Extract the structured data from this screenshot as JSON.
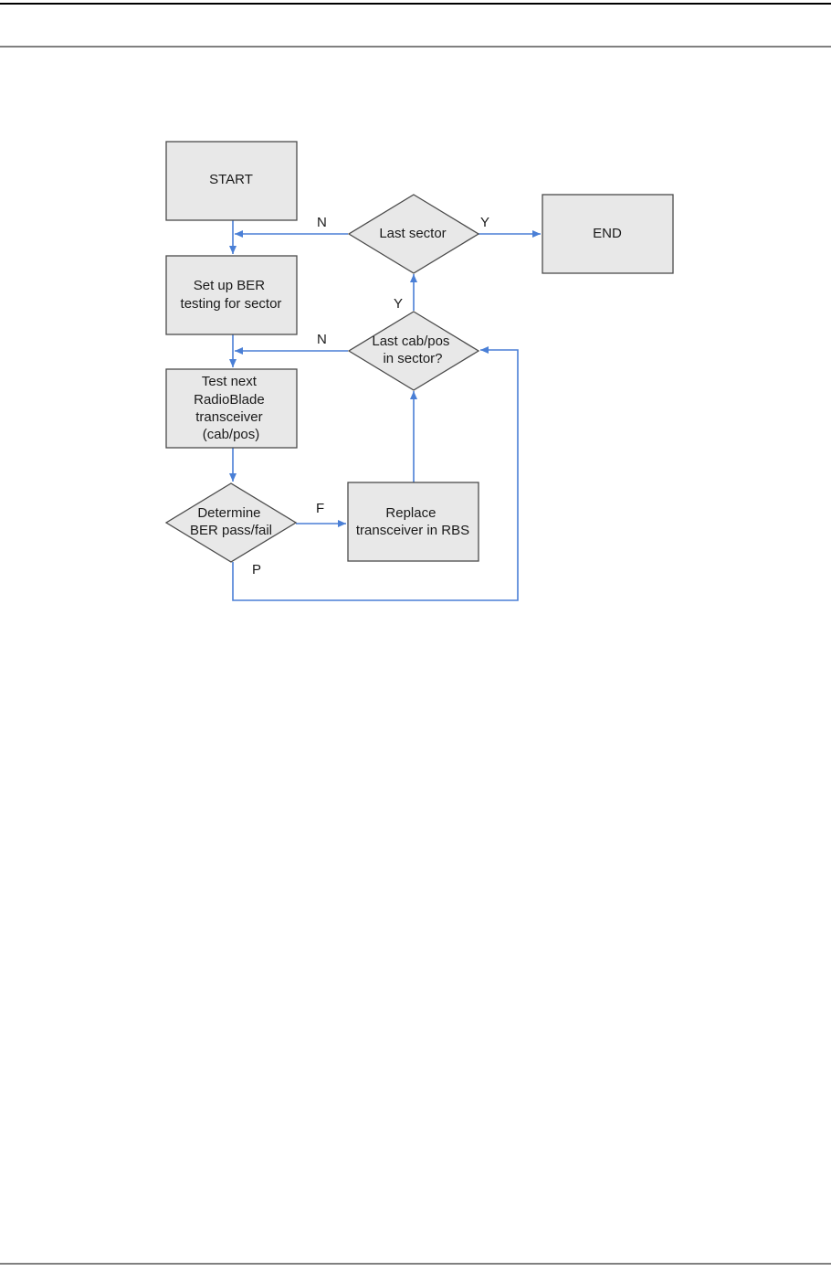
{
  "flowchart": {
    "nodes": {
      "start": {
        "lines": [
          "START"
        ]
      },
      "setup_ber": {
        "lines": [
          "Set up BER",
          "testing for sector"
        ]
      },
      "test_next": {
        "lines": [
          "Test next",
          "RadioBlade",
          "transceiver",
          "(cab/pos)"
        ]
      },
      "determine_ber": {
        "lines": [
          "Determine",
          "BER pass/fail"
        ]
      },
      "replace": {
        "lines": [
          "Replace",
          "transceiver in RBS"
        ]
      },
      "last_cabpos": {
        "lines": [
          "Last cab/pos",
          "in sector?"
        ]
      },
      "last_sector": {
        "lines": [
          "Last sector"
        ]
      },
      "end": {
        "lines": [
          "END"
        ]
      }
    },
    "edge_labels": {
      "last_sector_no": "N",
      "last_sector_yes": "Y",
      "last_cabpos_no": "N",
      "last_cabpos_yes": "Y",
      "ber_fail": "F",
      "ber_pass": "P"
    }
  },
  "colors": {
    "connector": "#4a7fd6",
    "node_fill": "#e8e8e8",
    "node_stroke": "#4a4a4a"
  }
}
